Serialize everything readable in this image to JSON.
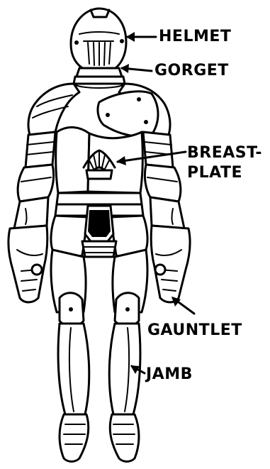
{
  "labels": {
    "helmet": "HELMET",
    "gorget": "GORGET",
    "breastplate_line1": "BREAST-",
    "breastplate_line2": "PLATE",
    "gauntlet": "GAUNTLET",
    "jamb": "JAMB"
  }
}
